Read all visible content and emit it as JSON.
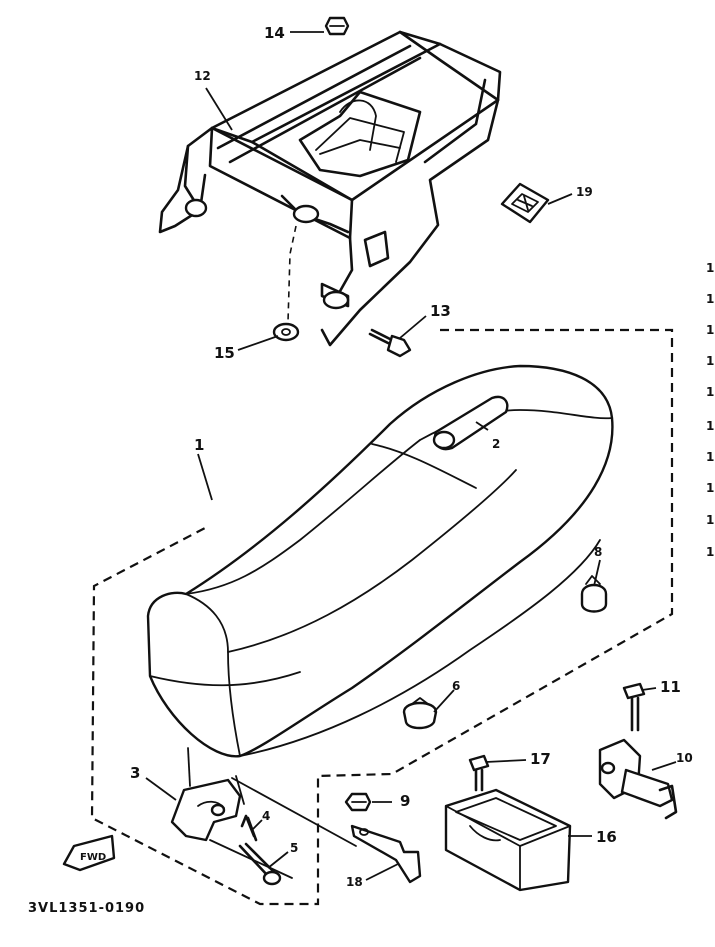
{
  "diagram": {
    "callouts": {
      "c1": "1",
      "c2": "2",
      "c3": "3",
      "c4": "4",
      "c5": "5",
      "c6": "6",
      "c8": "8",
      "c9": "9",
      "c10": "10",
      "c11": "11",
      "c12": "12",
      "c13": "13",
      "c14": "14",
      "c15": "15",
      "c16": "16",
      "c17": "17",
      "c18": "18",
      "c19": "19"
    },
    "part_code": "3VL1351-0190",
    "fwd_label": "FWD",
    "margin_marks": [
      "1",
      "1",
      "1",
      "1",
      "1",
      "1",
      "1",
      "1",
      "1",
      "1"
    ]
  }
}
